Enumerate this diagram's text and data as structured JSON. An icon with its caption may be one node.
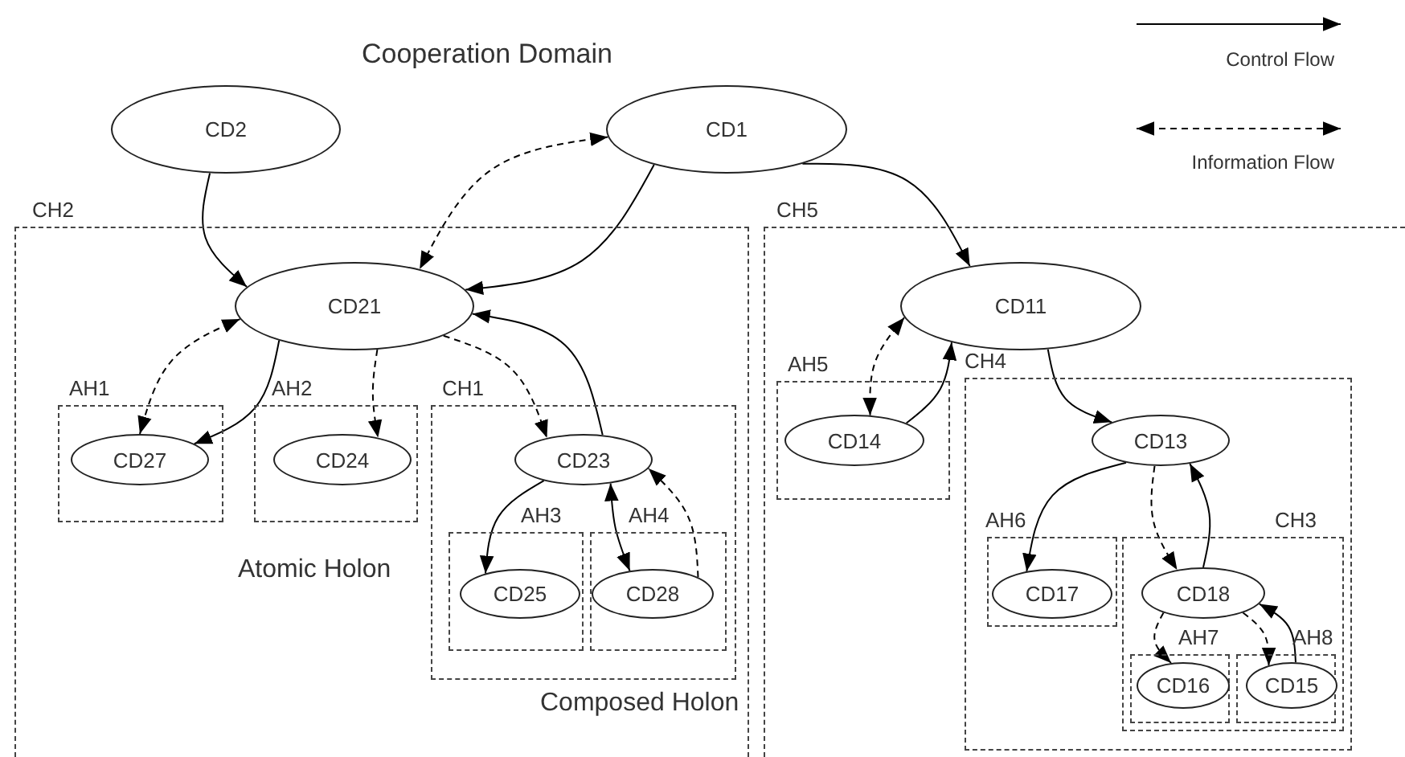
{
  "diagram": {
    "title": "Cooperation Domain",
    "nodes": [
      {
        "text": [
          "CD2"
        ]
      },
      {
        "text": [
          "CD1"
        ]
      },
      {
        "text": [
          "CH2"
        ]
      },
      {
        "text": [
          "CD21"
        ],
        "in": 2
      },
      {
        "text": [
          "AH1"
        ],
        "in": 2
      },
      {
        "text": [
          "CD27"
        ],
        "in": 4
      },
      {
        "text": [
          "AH2"
        ],
        "in": 2
      },
      {
        "text": [
          "CD24"
        ],
        "in": 6
      },
      {
        "text": [
          "CH1"
        ],
        "in": 2
      },
      {
        "text": [
          "CD23"
        ],
        "in": 8
      },
      {
        "text": [
          "AH3"
        ],
        "in": 8
      },
      {
        "text": [
          "CD25"
        ],
        "in": 10
      },
      {
        "text": [
          "AH4"
        ],
        "in": 8
      },
      {
        "text": [
          "CD28"
        ],
        "in": 12
      },
      {
        "text": [
          "CH5"
        ]
      },
      {
        "text": [
          "CD11"
        ],
        "in": 14
      },
      {
        "text": [
          "AH5"
        ],
        "in": 14
      },
      {
        "text": [
          "CD14"
        ],
        "in": 16
      },
      {
        "text": [
          "CH4"
        ],
        "in": 14
      },
      {
        "text": [
          "CD13"
        ],
        "in": 18
      },
      {
        "text": [
          "AH6"
        ],
        "in": 18
      },
      {
        "text": [
          "CD17"
        ],
        "in": 20
      },
      {
        "text": [
          "CH3"
        ],
        "in": 18
      },
      {
        "text": [
          "CD18"
        ],
        "in": 22
      },
      {
        "text": [
          "AH7"
        ],
        "in": 22
      },
      {
        "text": [
          "CD16"
        ],
        "in": 24
      },
      {
        "text": [
          "AH8"
        ],
        "in": 22
      },
      {
        "text": [
          "CD15"
        ],
        "in": 26
      }
    ],
    "edges": [
      {
        "from": 0,
        "to": 3,
        "arrow": "to"
      },
      {
        "from": 1,
        "to": 3,
        "arrow": "to"
      },
      {
        "from": 1,
        "to": 3,
        "arrow": "both",
        "style": "dashed"
      },
      {
        "from": 1,
        "to": 15,
        "arrow": "to"
      },
      {
        "from": 3,
        "to": 5,
        "arrow": "both",
        "style": "dashed"
      },
      {
        "from": 3,
        "to": 5,
        "arrow": "to"
      },
      {
        "from": 3,
        "to": 7,
        "arrow": "to",
        "style": "dashed"
      },
      {
        "from": 3,
        "to": 9,
        "arrow": "to",
        "style": "dashed"
      },
      {
        "from": 9,
        "to": 3,
        "arrow": "to"
      },
      {
        "from": 9,
        "to": 11,
        "arrow": "to"
      },
      {
        "from": 9,
        "to": 13,
        "arrow": "both"
      },
      {
        "from": 13,
        "to": 9,
        "arrow": "to",
        "style": "dashed"
      },
      {
        "from": 15,
        "to": 17,
        "arrow": "both",
        "style": "dashed"
      },
      {
        "from": 17,
        "to": 15,
        "arrow": "to"
      },
      {
        "from": 15,
        "to": 19,
        "arrow": "to"
      },
      {
        "from": 19,
        "to": 21,
        "arrow": "to"
      },
      {
        "from": 19,
        "to": 23,
        "arrow": "to",
        "style": "dashed"
      },
      {
        "from": 23,
        "to": 19,
        "arrow": "to"
      },
      {
        "from": 23,
        "to": 25,
        "arrow": "to",
        "style": "dashed"
      },
      {
        "from": 23,
        "to": 27,
        "arrow": "to",
        "style": "dashed"
      },
      {
        "from": 27,
        "to": 23,
        "arrow": "to"
      }
    ],
    "labels": [
      "Atomic Holon",
      "Composed Holon"
    ],
    "legend": [
      {
        "text": "Control Flow"
      },
      {
        "text": "Information Flow"
      }
    ]
  }
}
